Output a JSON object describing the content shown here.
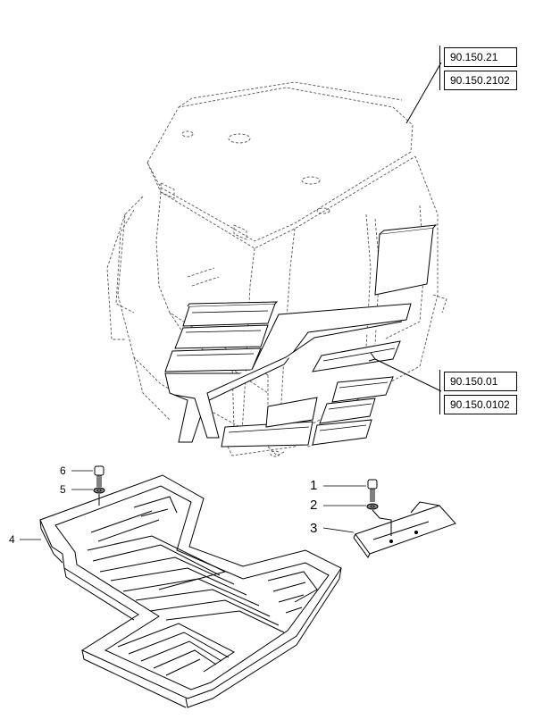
{
  "references": {
    "top": [
      "90.150.21",
      "90.150.2102"
    ],
    "bottom": [
      "90.150.01",
      "90.150.0102"
    ]
  },
  "callouts": {
    "c1": "1",
    "c2": "2",
    "c3": "3",
    "c4": "4",
    "c5": "5",
    "c6": "6"
  },
  "colors": {
    "line": "#000000",
    "dashed": "#555555",
    "background": "#ffffff"
  }
}
